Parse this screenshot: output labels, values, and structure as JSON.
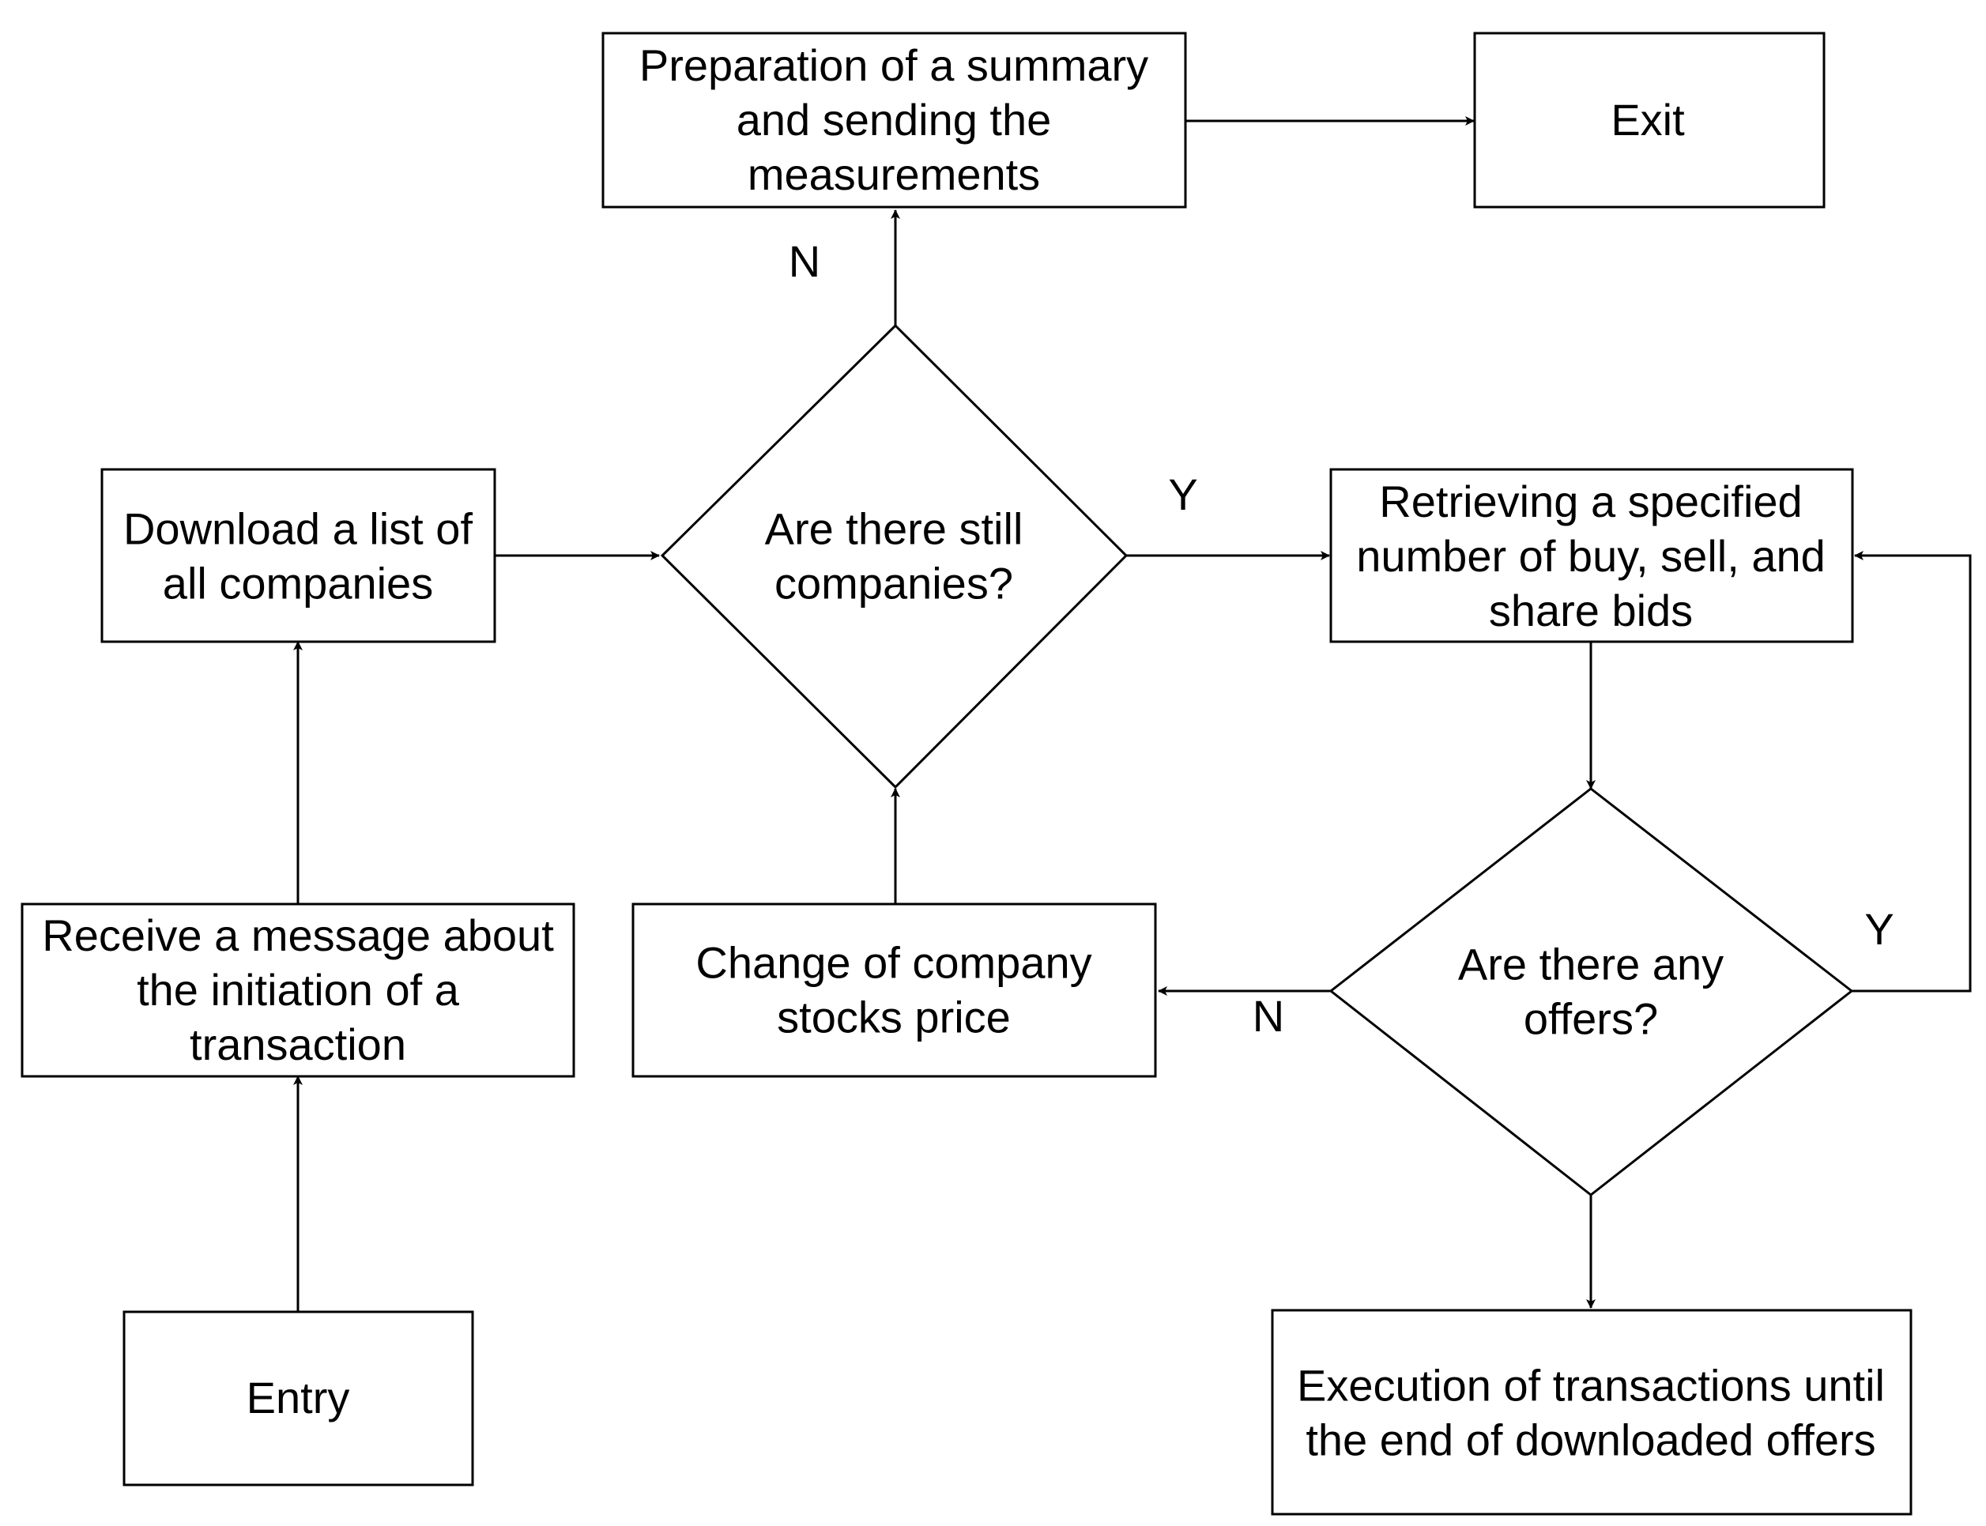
{
  "nodes": {
    "entry": {
      "lines": [
        "Entry"
      ]
    },
    "receive": {
      "lines": [
        "Receive a message about",
        "the initiation of a",
        "transaction"
      ]
    },
    "download": {
      "lines": [
        "Download a list of",
        "all companies"
      ]
    },
    "still_companies": {
      "lines": [
        "Are there still",
        "companies?"
      ]
    },
    "summary": {
      "lines": [
        "Preparation of a summary",
        "and sending the",
        "measurements"
      ]
    },
    "exit": {
      "lines": [
        "Exit"
      ]
    },
    "retrieve": {
      "lines": [
        "Retrieving a specified",
        "number of buy, sell, and",
        "share bids"
      ]
    },
    "any_offers": {
      "lines": [
        "Are there any",
        "offers?"
      ]
    },
    "change_price": {
      "lines": [
        "Change of company",
        "stocks price"
      ]
    },
    "execute": {
      "lines": [
        "Execution of transactions until",
        "the end of downloaded offers"
      ]
    }
  },
  "edge_labels": {
    "still_no": "N",
    "still_yes": "Y",
    "offers_no": "N",
    "offers_yes": "Y"
  }
}
